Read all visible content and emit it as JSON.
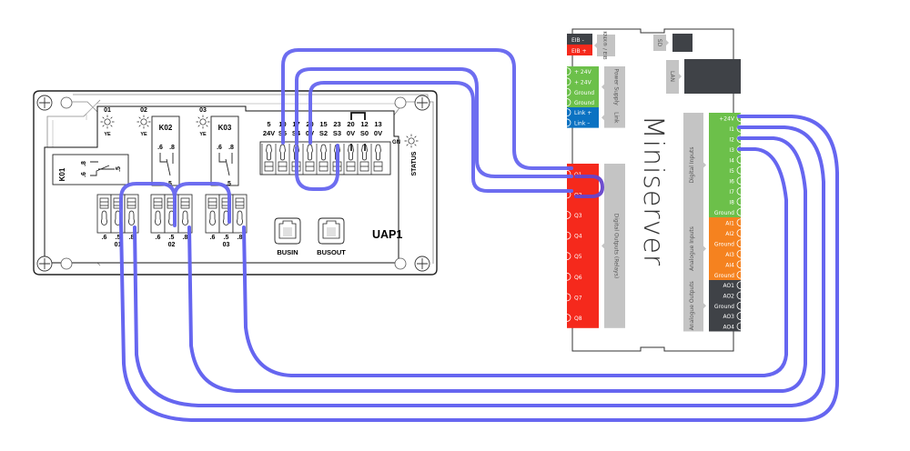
{
  "uap": {
    "name": "UAP1",
    "relays": [
      {
        "id": "K01",
        "contacts": [
          ".6",
          ".8",
          ".5"
        ]
      },
      {
        "id": "K02",
        "contacts": [
          ".6",
          ".8",
          ".5"
        ]
      },
      {
        "id": "K03",
        "contacts": [
          ".6",
          ".8",
          ".5"
        ]
      }
    ],
    "leds": [
      {
        "num": "01",
        "color": "YE"
      },
      {
        "num": "02",
        "color": "YE"
      },
      {
        "num": "03",
        "color": "YE"
      }
    ],
    "relay_terminals": [
      {
        "group": "01",
        "pins": [
          ".6",
          ".5",
          ".8"
        ]
      },
      {
        "group": "02",
        "pins": [
          ".6",
          ".5",
          ".8"
        ]
      },
      {
        "group": "03",
        "pins": [
          ".6",
          ".5",
          ".8"
        ]
      }
    ],
    "input_terminals": [
      {
        "num": "5",
        "label": "24V"
      },
      {
        "num": "10",
        "label": "S5"
      },
      {
        "num": "17",
        "label": "S4"
      },
      {
        "num": "20",
        "label": "0V"
      },
      {
        "num": "15",
        "label": "S2"
      },
      {
        "num": "23",
        "label": "S3"
      },
      {
        "num": "20",
        "label": "0V"
      },
      {
        "num": "12",
        "label": "S0"
      },
      {
        "num": "13",
        "label": "0V"
      }
    ],
    "status_led": {
      "color": "GN",
      "label": "STATUS"
    },
    "ports": [
      "BUSIN",
      "BUSOUT"
    ]
  },
  "miniserver": {
    "title": "Miniserver",
    "eib": {
      "rows": [
        "EIB -",
        "EIB +"
      ],
      "label": "KNX® / EIB",
      "colors": [
        "#3f4247",
        "#f5291c"
      ]
    },
    "sd_label": "SD",
    "lan_label": "LAN",
    "power": {
      "rows": [
        "+ 24V",
        "+ 24V",
        "Ground",
        "Ground"
      ],
      "label": "Power Supply",
      "color": "#6cc04a"
    },
    "link": {
      "rows": [
        "Link +",
        "Link –"
      ],
      "label": "Link",
      "color": "#0b72c2"
    },
    "digital_outputs": {
      "rows": [
        "Q1",
        "Q2",
        "Q3",
        "Q4",
        "Q5",
        "Q6",
        "Q7",
        "Q8"
      ],
      "label": "Digital Outputs (Relays)",
      "color": "#f5291c"
    },
    "digital_inputs": {
      "rows": [
        "+24V",
        "I1",
        "I2",
        "I3",
        "I4",
        "I5",
        "I6",
        "I7",
        "I8",
        "Ground"
      ],
      "label": "Digital Inputs",
      "color": "#6cc04a"
    },
    "analogue_inputs": {
      "rows": [
        "AI1",
        "AI2",
        "Ground",
        "AI3",
        "AI4",
        "Ground"
      ],
      "label": "Analogue Inputs",
      "color": "#f5821f"
    },
    "analogue_outputs": {
      "rows": [
        "AO1",
        "AO2",
        "Ground",
        "AO3",
        "AO4"
      ],
      "label": "Analogue Outputs",
      "color": "#3f4247"
    }
  },
  "wires": {
    "color": "#6666f0",
    "connections": [
      {
        "from": "UAP1 S4",
        "to": "Miniserver Q1"
      },
      {
        "from": "UAP1 0V",
        "to": "Miniserver Q1"
      },
      {
        "from": "UAP1 S2",
        "to": "Miniserver Q2"
      },
      {
        "from": "Miniserver Q1",
        "to": "Miniserver Q2"
      },
      {
        "from": "UAP1 0V(20)",
        "to": "UAP1 0V(20)"
      },
      {
        "from": "UAP1 01.5",
        "to": "UAP1 02.5"
      },
      {
        "from": "UAP1 02.5",
        "to": "UAP1 03.5"
      },
      {
        "from": "UAP1 01.5",
        "to": "Miniserver +24V"
      },
      {
        "from": "UAP1 01.8",
        "to": "Miniserver I1"
      },
      {
        "from": "UAP1 02.8",
        "to": "Miniserver I2"
      },
      {
        "from": "UAP1 03.8",
        "to": "Miniserver I3"
      }
    ]
  }
}
